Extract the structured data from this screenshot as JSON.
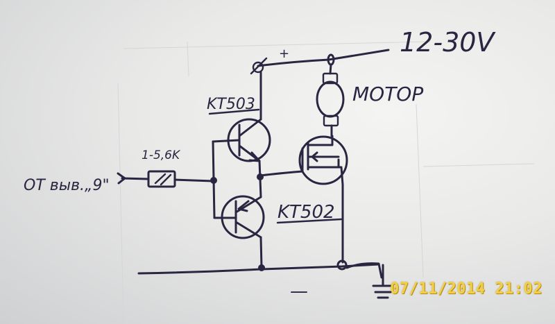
{
  "labels": {
    "supply_voltage": "12-30V",
    "plus_sign": "+",
    "motor": "MOTOP",
    "upper_transistor": "KT503",
    "lower_transistor": "KT502",
    "resistor_value": "1-5,6K",
    "input_source": "OT выв.„9\"",
    "minus_sign": "—"
  },
  "timestamp": "07/11/2014  21:02",
  "colors": {
    "ink": "#2a2540",
    "paper": "#f1f1f0",
    "timestamp": "#f2cf46"
  }
}
